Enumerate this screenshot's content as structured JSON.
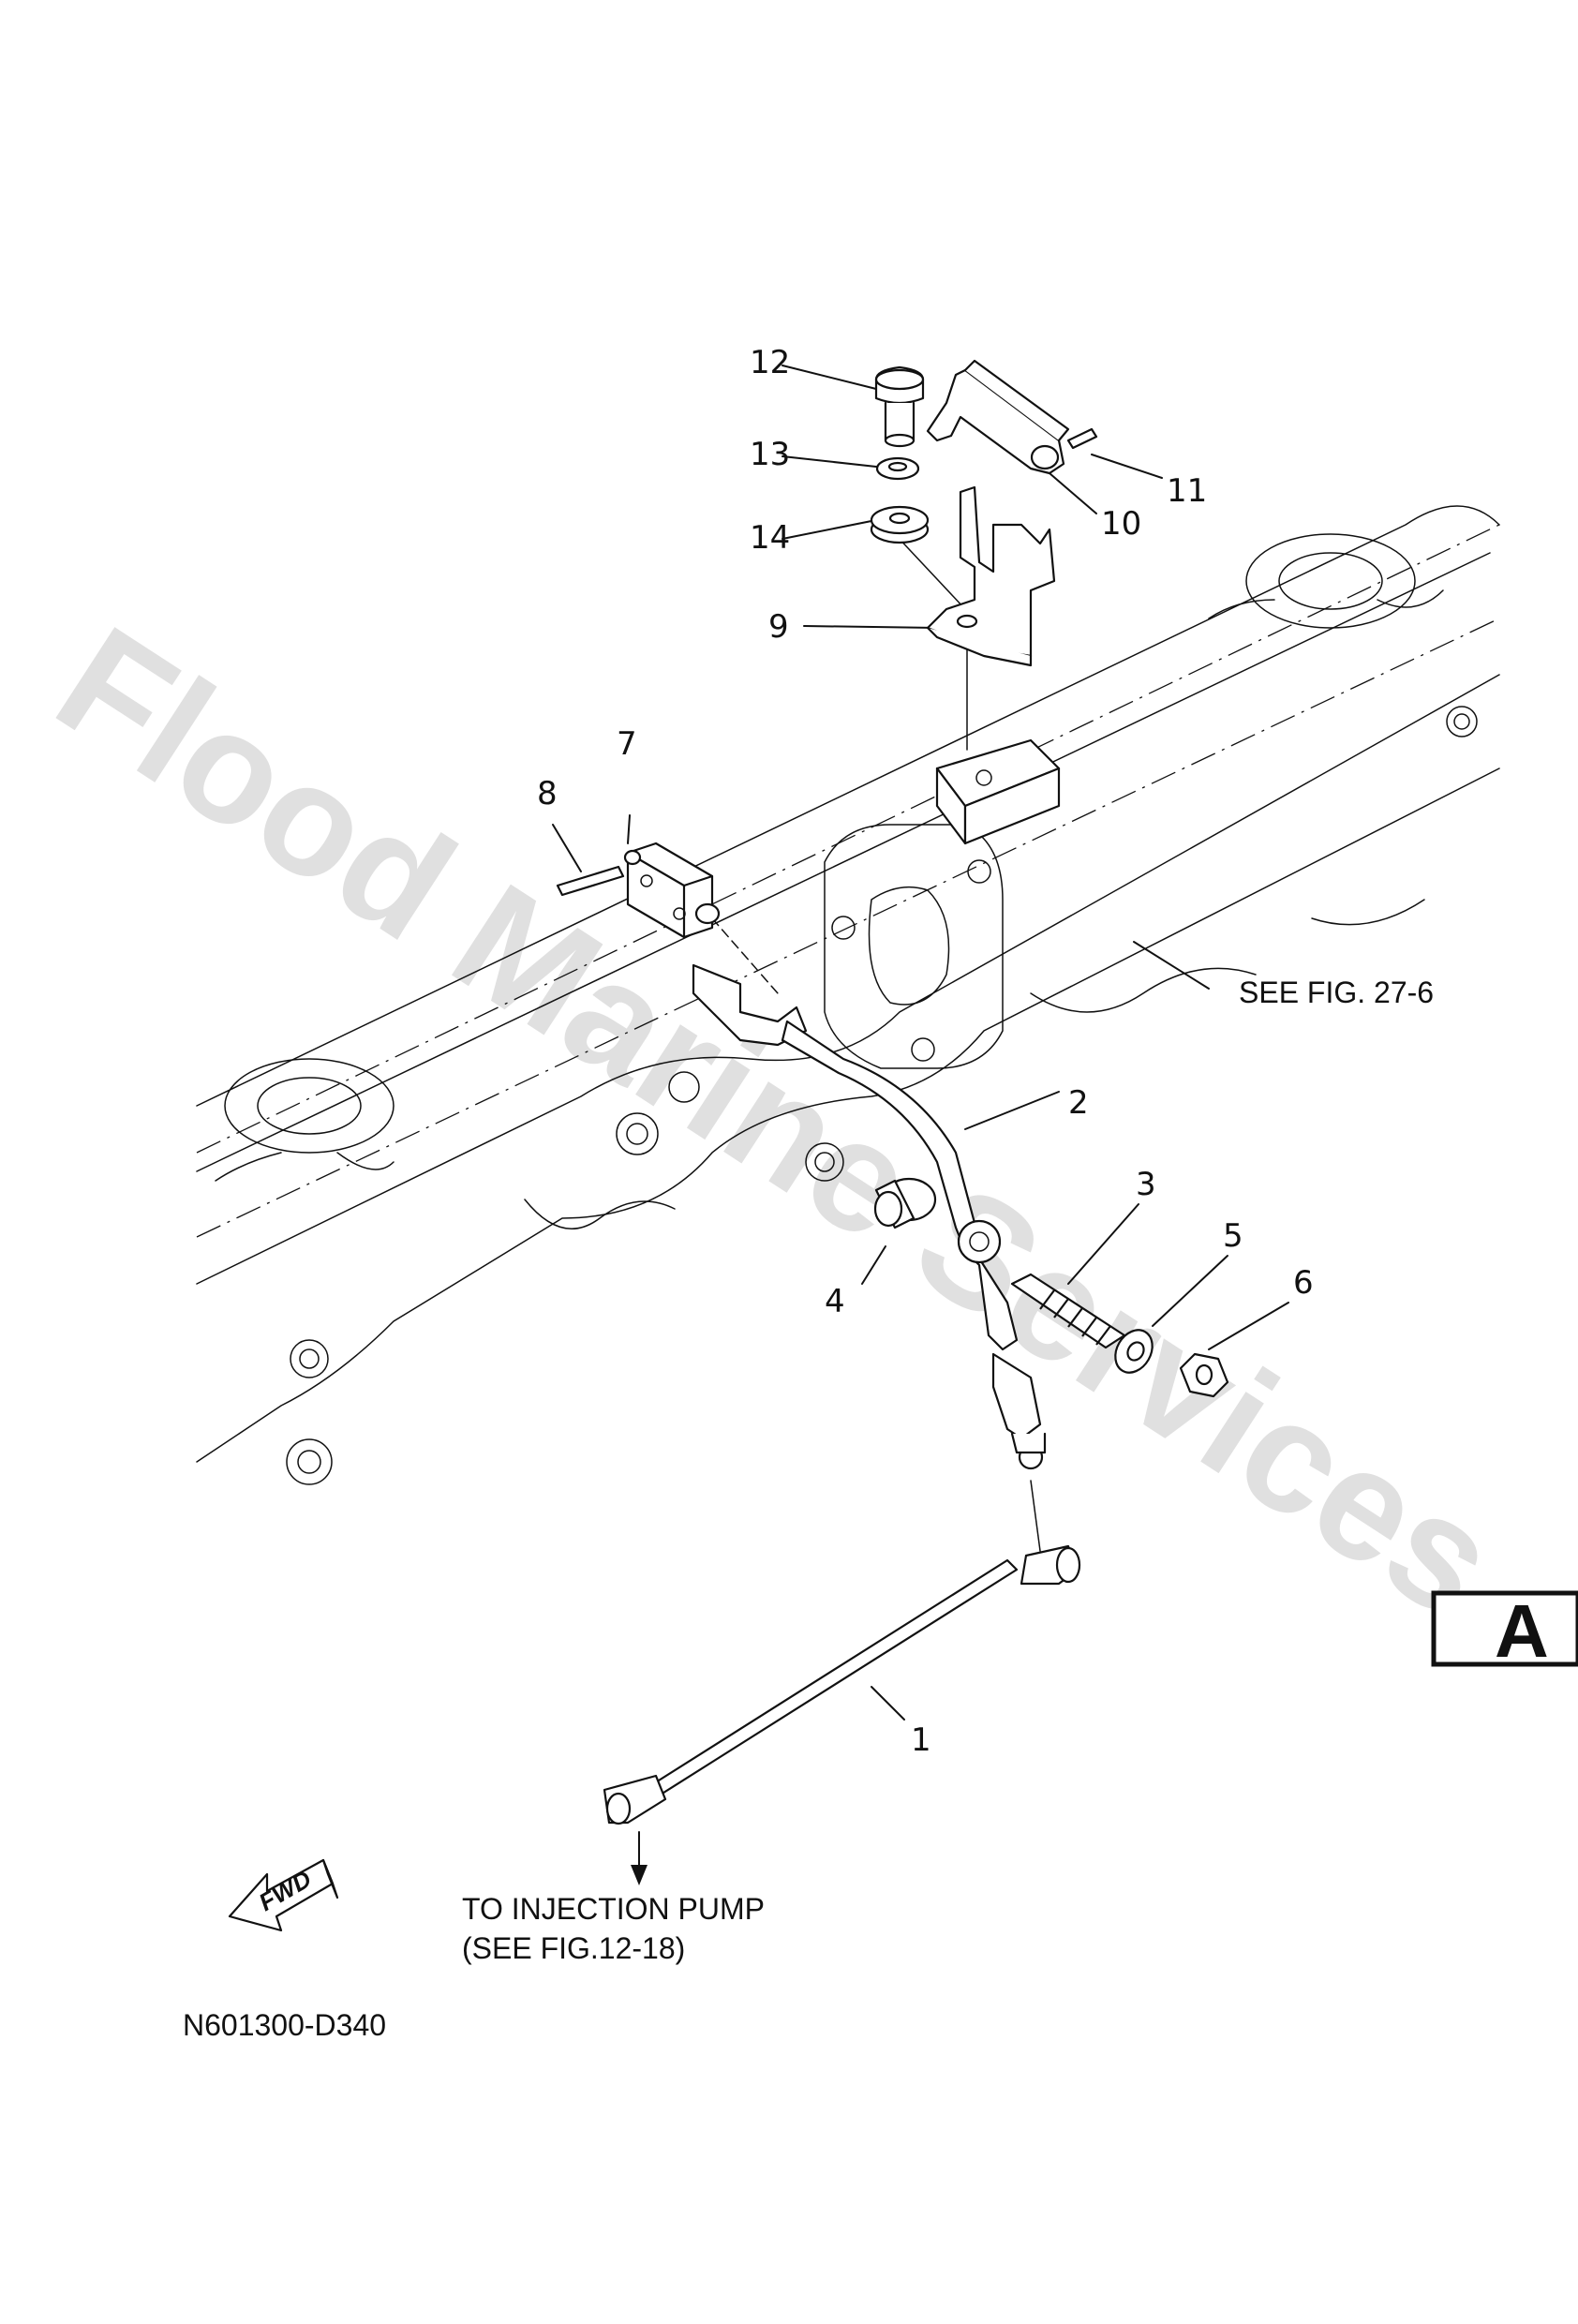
{
  "watermark": "Flood Marine Services",
  "callouts": [
    "1",
    "2",
    "3",
    "4",
    "5",
    "6",
    "7",
    "8",
    "9",
    "10",
    "11",
    "12",
    "13",
    "14"
  ],
  "references": {
    "see_fig": "SEE FIG. 27-6",
    "to_injection_pump": "TO INJECTION PUMP",
    "see_fig_injection": "(SEE FIG.12-18)"
  },
  "direction_marker": "FWD",
  "drawing_number": "N601300-D340",
  "page_letter": "A"
}
